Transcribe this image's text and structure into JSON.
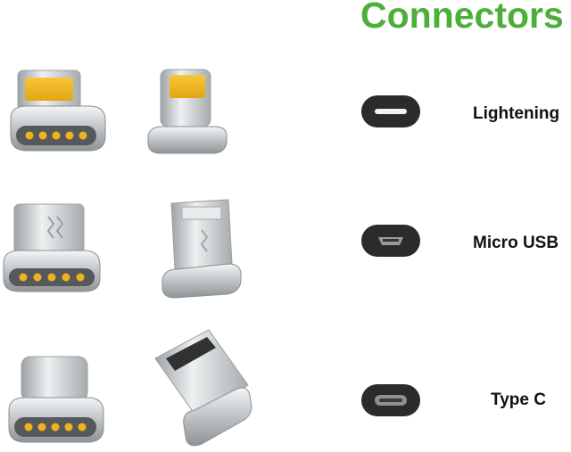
{
  "title": "Connectors",
  "colors": {
    "title": "#4caf3a",
    "metal": "#c9cdd0",
    "pin": "#f2b21b",
    "port": "#2b2b2b"
  },
  "connectors": [
    {
      "label": "Lightening",
      "icon": "lightning-port-icon"
    },
    {
      "label": "Micro USB",
      "icon": "micro-usb-port-icon"
    },
    {
      "label": "Type C",
      "icon": "type-c-port-icon"
    }
  ]
}
